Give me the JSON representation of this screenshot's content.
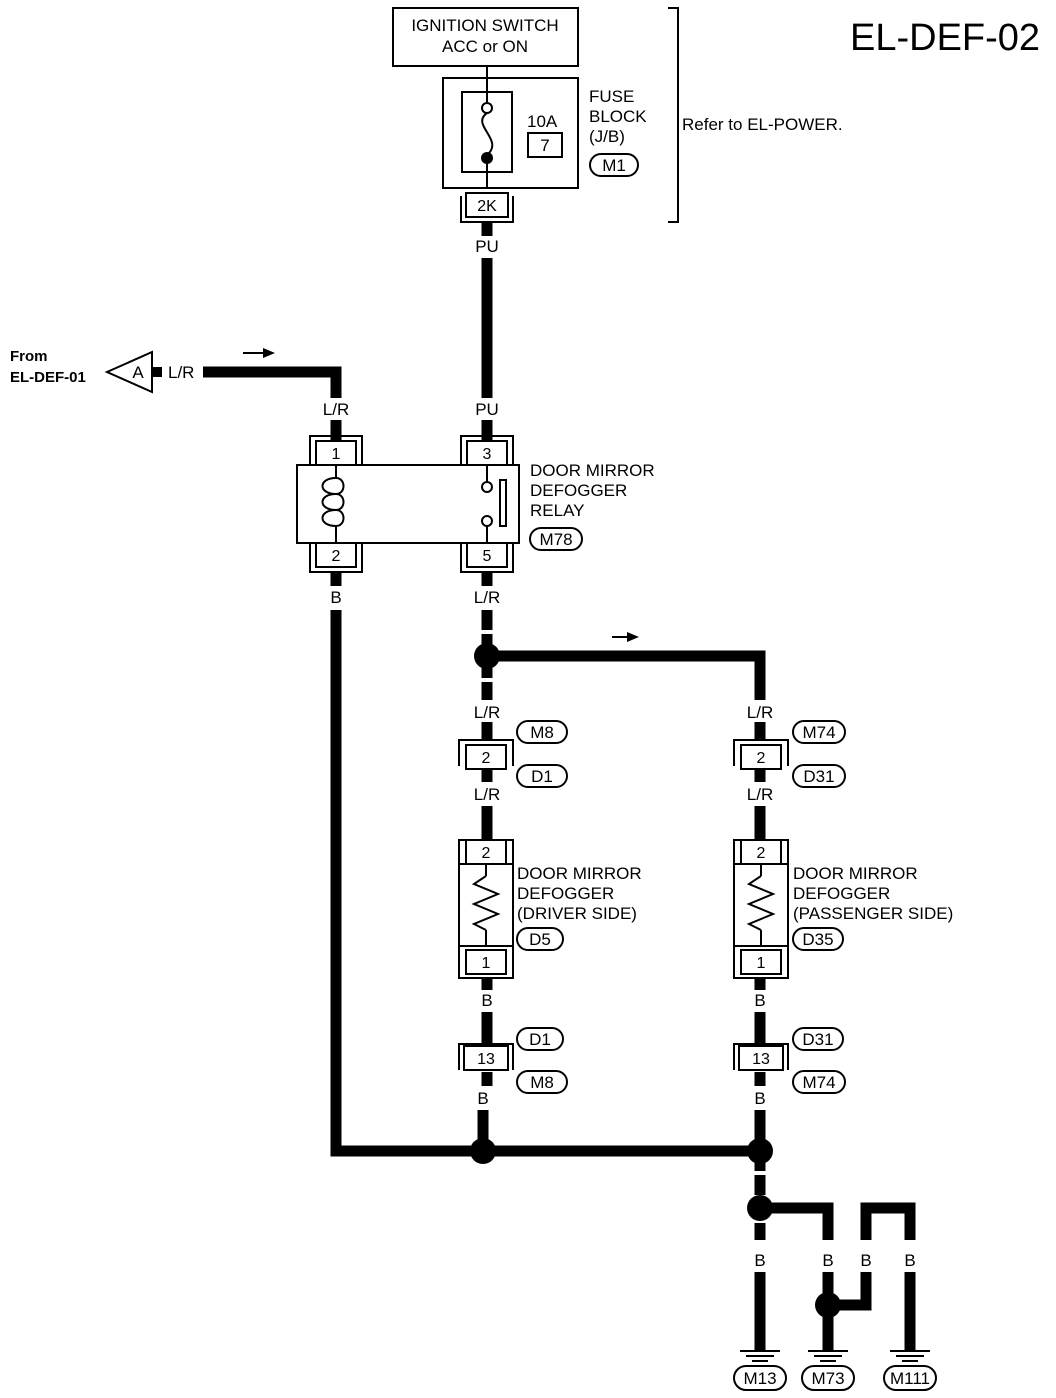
{
  "title": "EL-DEF-02",
  "power": {
    "switch_line1": "IGNITION SWITCH",
    "switch_line2": "ACC or ON",
    "fuse_line1": "FUSE",
    "fuse_line2": "BLOCK",
    "fuse_line3": "(J/B)",
    "fuse_rating": "10A",
    "fuse_number": "7",
    "fuse_connector": "M1",
    "fuse_terminal": "2K",
    "refer_text": "Refer to EL-POWER."
  },
  "source": {
    "from_line1": "From",
    "from_line2": "EL-DEF-01",
    "connector_ref": "A"
  },
  "relay": {
    "line1": "DOOR MIRROR",
    "line2": "DEFOGGER",
    "line3": "RELAY",
    "connector": "M78",
    "pins": [
      "1",
      "2",
      "3",
      "5"
    ]
  },
  "driver": {
    "line1": "DOOR MIRROR",
    "line2": "DEFOGGER",
    "line3": "(DRIVER SIDE)",
    "connector": "D5",
    "upper_conn_a": "M8",
    "upper_conn_b": "D1",
    "lower_conn_a": "D1",
    "lower_conn_b": "M8",
    "pin_upper": "2",
    "pin_in": "2",
    "pin_out": "1",
    "pin_lower": "13"
  },
  "passenger": {
    "line1": "DOOR MIRROR",
    "line2": "DEFOGGER",
    "line3": "(PASSENGER SIDE)",
    "connector": "D35",
    "upper_conn_a": "M74",
    "upper_conn_b": "D31",
    "lower_conn_a": "D31",
    "lower_conn_b": "M74",
    "pin_upper": "2",
    "pin_in": "2",
    "pin_out": "1",
    "pin_lower": "13"
  },
  "wires": {
    "pu": "PU",
    "lr": "L/R",
    "b": "B"
  },
  "grounds": [
    "M13",
    "M73",
    "M111"
  ]
}
